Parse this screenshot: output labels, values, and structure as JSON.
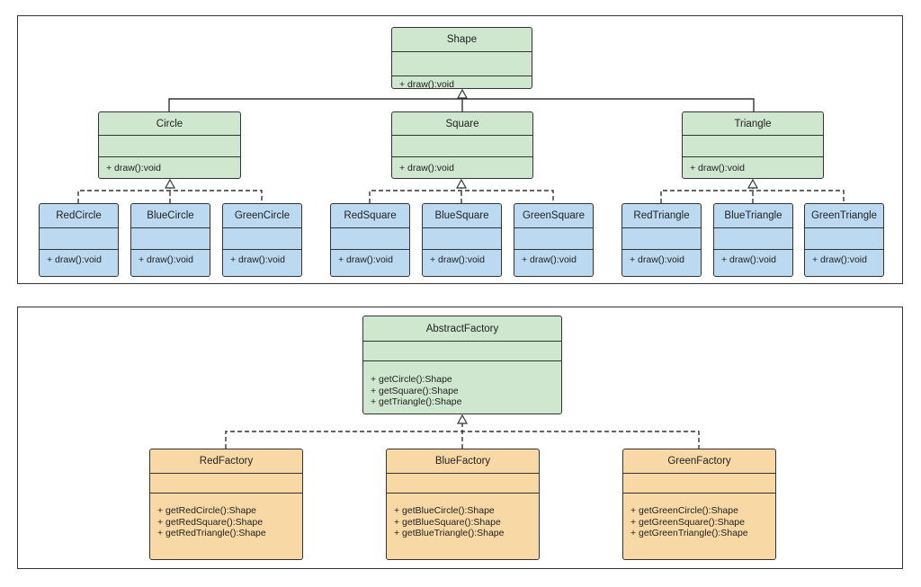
{
  "diagram": {
    "shape_hierarchy": {
      "root": {
        "name": "Shape",
        "ops": [
          "+ draw():void"
        ]
      },
      "mid": [
        {
          "name": "Circle",
          "ops": [
            "+ draw():void"
          ]
        },
        {
          "name": "Square",
          "ops": [
            "+ draw():void"
          ]
        },
        {
          "name": "Triangle",
          "ops": [
            "+ draw():void"
          ]
        }
      ],
      "leaves": [
        {
          "name": "RedCircle",
          "ops": [
            "+ draw():void"
          ]
        },
        {
          "name": "BlueCircle",
          "ops": [
            "+ draw():void"
          ]
        },
        {
          "name": "GreenCircle",
          "ops": [
            "+ draw():void"
          ]
        },
        {
          "name": "RedSquare",
          "ops": [
            "+ draw():void"
          ]
        },
        {
          "name": "BlueSquare",
          "ops": [
            "+ draw():void"
          ]
        },
        {
          "name": "GreenSquare",
          "ops": [
            "+ draw():void"
          ]
        },
        {
          "name": "RedTriangle",
          "ops": [
            "+ draw():void"
          ]
        },
        {
          "name": "BlueTriangle",
          "ops": [
            "+ draw():void"
          ]
        },
        {
          "name": "GreenTriangle",
          "ops": [
            "+ draw():void"
          ]
        }
      ]
    },
    "factory_hierarchy": {
      "root": {
        "name": "AbstractFactory",
        "ops": [
          "+ getCircle():Shape",
          "+ getSquare():Shape",
          "+ getTriangle():Shape"
        ]
      },
      "concrete": [
        {
          "name": "RedFactory",
          "ops": [
            "+ getRedCircle():Shape",
            "+ getRedSquare():Shape",
            "+ getRedTriangle():Shape"
          ]
        },
        {
          "name": "BlueFactory",
          "ops": [
            "+ getBlueCircle():Shape",
            "+ getBlueSquare():Shape",
            "+ getBlueTriangle():Shape"
          ]
        },
        {
          "name": "GreenFactory",
          "ops": [
            "+ getGreenCircle():Shape",
            "+ getGreenSquare():Shape",
            "+ getGreenTriangle():Shape"
          ]
        }
      ]
    },
    "colors": {
      "green": "#cfe7cf",
      "blue": "#bcd9f2",
      "orange": "#f8d8a4",
      "line": "#333333"
    }
  }
}
